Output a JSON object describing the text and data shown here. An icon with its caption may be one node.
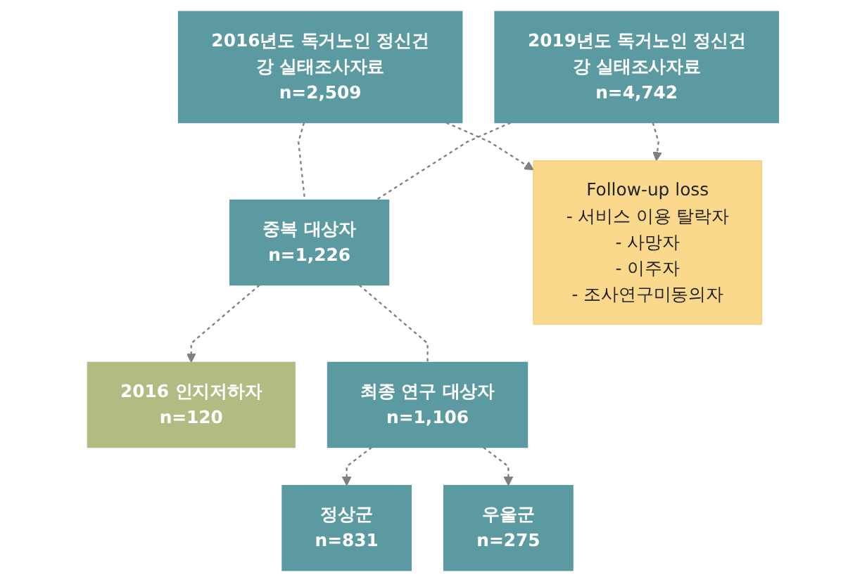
{
  "diagram": {
    "nodes": [
      {
        "text": [
          "2016년도 독거노인 정신건강 실태조사자료",
          "n=2,509"
        ]
      },
      {
        "text": [
          "2019년도 독거노인 정신건강 실태조사자료",
          "n=4,742"
        ]
      },
      {
        "text": [
          "중복 대상자",
          "n=1,226"
        ]
      },
      {
        "text": [
          "Follow-up loss",
          "- 서비스 이용 탈락자",
          "- 사망자",
          "- 이주자",
          "- 조사연구미동의자"
        ]
      },
      {
        "text": [
          "2016 인지저하자",
          "n=120"
        ]
      },
      {
        "text": [
          "최종 연구 대상자",
          "n=1,106"
        ]
      },
      {
        "text": [
          "정상군",
          "n=831"
        ]
      },
      {
        "text": [
          "우울군",
          "n=275"
        ]
      }
    ],
    "edges": [
      {
        "from": 0,
        "to": 2,
        "arrow": "none",
        "style": "dashed"
      },
      {
        "from": 1,
        "to": 2,
        "arrow": "none",
        "style": "dashed"
      },
      {
        "from": 0,
        "to": 3,
        "arrow": "to",
        "style": "dashed"
      },
      {
        "from": 1,
        "to": 3,
        "arrow": "to",
        "style": "dashed"
      },
      {
        "from": 2,
        "to": 5,
        "arrow": "none",
        "style": "dashed"
      },
      {
        "from": 2,
        "to": 4,
        "arrow": "to",
        "style": "dashed"
      },
      {
        "from": 5,
        "to": 6,
        "arrow": "to",
        "style": "dashed"
      },
      {
        "from": 5,
        "to": 7,
        "arrow": "to",
        "style": "dashed"
      }
    ]
  }
}
